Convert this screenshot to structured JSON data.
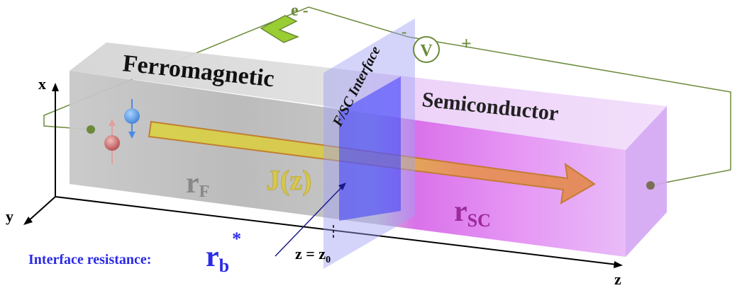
{
  "electron": {
    "label": "e -"
  },
  "voltmeter": {
    "symbol": "V",
    "minus": "-",
    "plus": "+"
  },
  "regions": {
    "ferromagnetic": "Ferromagnetic",
    "semiconductor": "Semiconductor",
    "interface": "F/SC Interface"
  },
  "axes": {
    "x": "x",
    "y": "y",
    "z": "z"
  },
  "resistivity": {
    "ferro_main": "r",
    "ferro_sub": "F",
    "sc_main": "r",
    "sc_sub": "SC"
  },
  "current": {
    "label": "J(z)"
  },
  "interface_position": {
    "lhs": "z = z",
    "sub": "0"
  },
  "interface_resistance": {
    "prefix": "Interface resistance:",
    "main": "r",
    "sub": "b",
    "sup": "*"
  },
  "colors": {
    "circuit_wire": "#6b8a3a",
    "electron_arrow": "#9acd32",
    "ferro_body": "#b8b8b8",
    "semiconductor_body": "#d9a8f5",
    "interface_plane": "#6b6bf0",
    "current_arrow": "#d9c84a",
    "label_blue": "#2a2ae6",
    "rsc_text": "#9b2a9b"
  }
}
